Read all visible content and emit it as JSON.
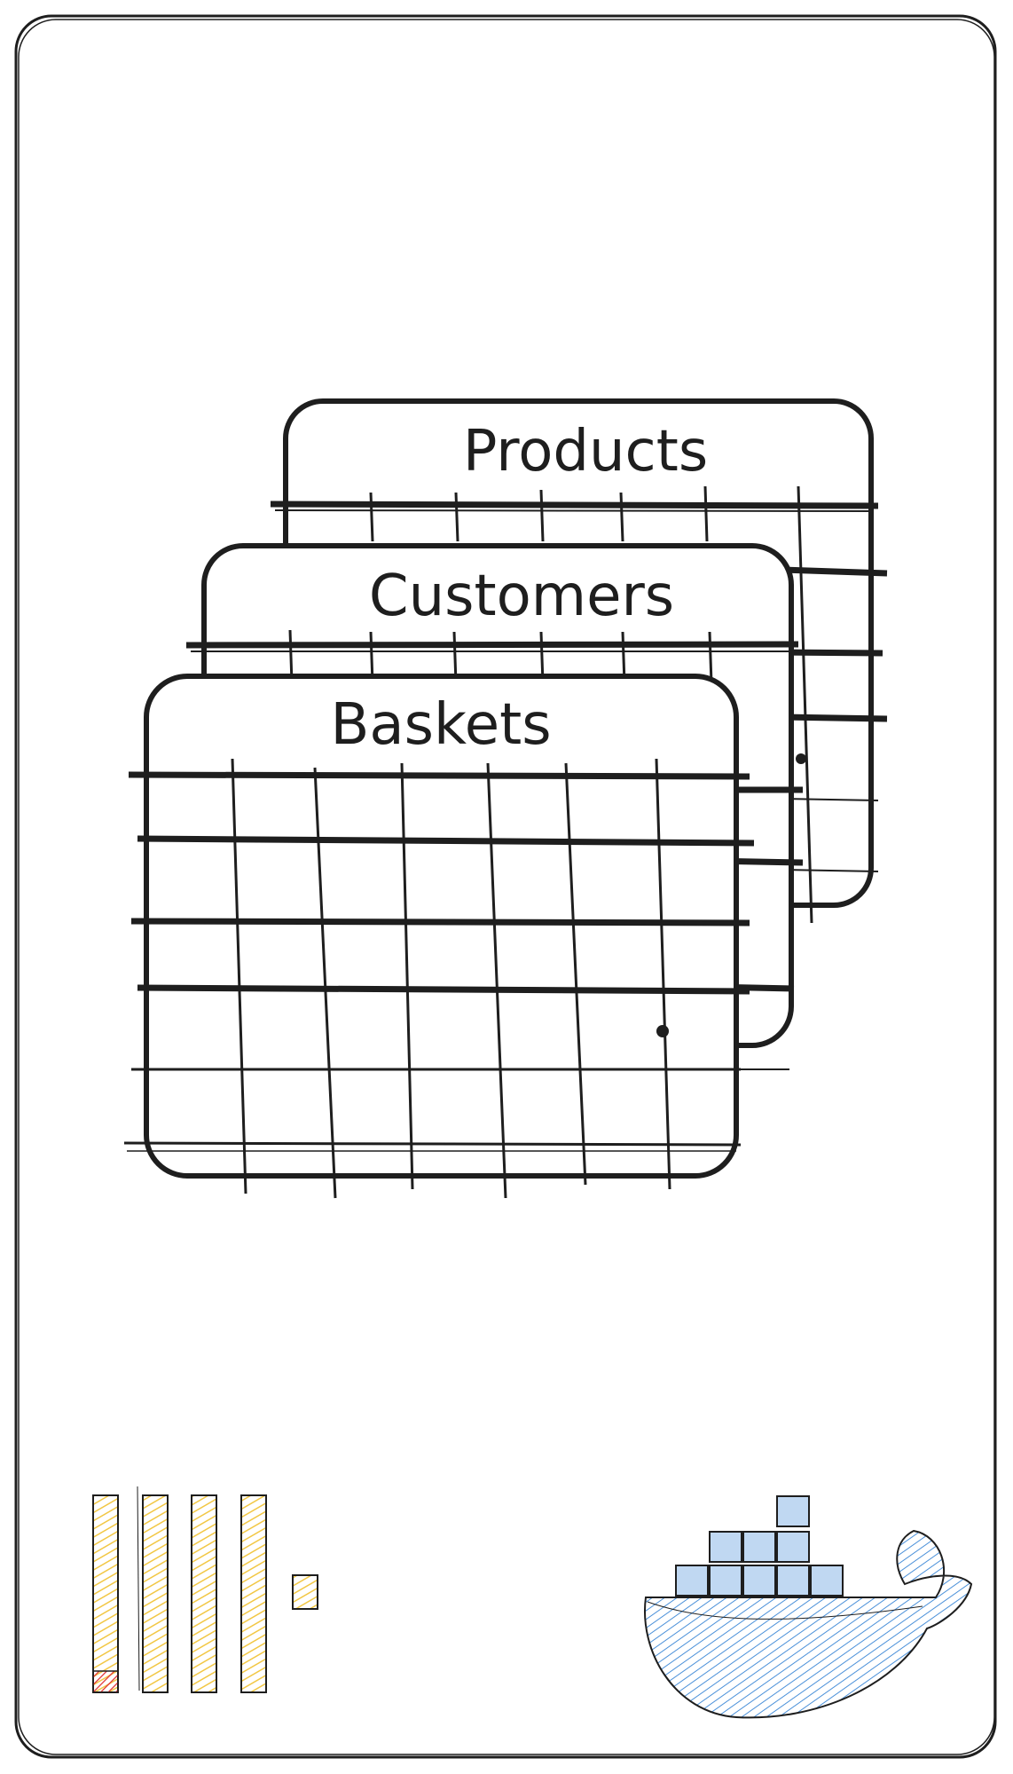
{
  "diagram": {
    "tables": [
      {
        "id": "products",
        "title": "Products"
      },
      {
        "id": "customers",
        "title": "Customers"
      },
      {
        "id": "baskets",
        "title": "Baskets"
      }
    ],
    "logos": {
      "left": {
        "icon": "yellow-bars-logo-icon",
        "colors": [
          "#f2c744",
          "#e03131"
        ]
      },
      "right": {
        "icon": "docker-whale-icon",
        "colors": [
          "#4a90d9",
          "#1e1e1e"
        ]
      }
    },
    "colors": {
      "stroke": "#1e1e1e",
      "background": "#ffffff",
      "yellow": "#f2c744",
      "red": "#e03131",
      "blue": "#4a90d9"
    }
  }
}
